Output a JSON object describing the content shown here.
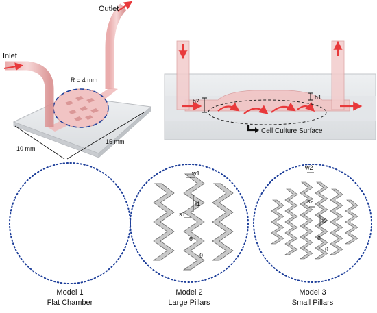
{
  "device_view": {
    "inlet": "Inlet",
    "outlet": "Outlet",
    "radius": "R = 4 mm",
    "width": "10 mm",
    "length": "15 mm"
  },
  "cross_section": {
    "h1": "h1",
    "h2": "h2",
    "surface_label": "Cell Culture Surface"
  },
  "models": [
    {
      "name": "Model 1",
      "type": "Flat Chamber"
    },
    {
      "name": "Model 2",
      "type": "Large Pillars",
      "labels": {
        "w": "w1",
        "l": "l1",
        "s": "s1",
        "theta": "θ"
      }
    },
    {
      "name": "Model 3",
      "type": "Small Pillars",
      "labels": {
        "w": "w2",
        "l": "l2",
        "s": "s2",
        "theta": "θ"
      }
    }
  ],
  "colors": {
    "chamber_outline": "#1e3f9a",
    "channel": "#e9a7a7",
    "flow_arrow": "#e8393b",
    "pillar": "#c9c9c9"
  }
}
